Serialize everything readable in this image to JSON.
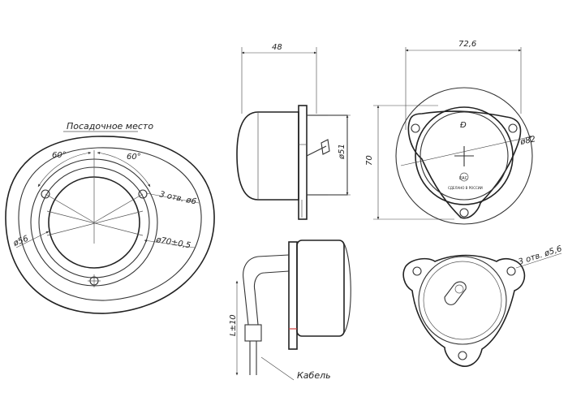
{
  "mounting_view": {
    "title": "Посадочное место",
    "angle_left": "60°",
    "angle_right": "60°",
    "holes_note": "3 отв. ø6",
    "dia_inner": "ø56",
    "dia_bolt_circle": "ø70±0,5"
  },
  "side_view": {
    "length": "48",
    "dia_body": "ø51"
  },
  "front_view": {
    "width": "72,6",
    "height": "70",
    "dia_flange": "ø82",
    "mark_top": "Ð",
    "mark_logo": "ЕАС",
    "made_in": "СДЕЛАНО В РОССИИ"
  },
  "section_view": {
    "cable_length": "L±10",
    "cable_label": "Кабель"
  },
  "back_view": {
    "holes_note": "3 отв. ø5,6"
  },
  "colors": {
    "line": "#333333",
    "accent": "#d04040"
  }
}
